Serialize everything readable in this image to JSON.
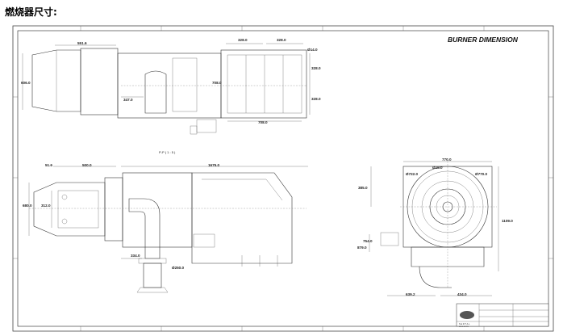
{
  "heading": "燃烧器尺寸:",
  "drawing_title": "BURNER DIMENSION",
  "section_label": "P-P ( 1 : 5 )",
  "top_view": {
    "dims": [
      "551.6",
      "606.0",
      "347.0",
      "328.0",
      "328.0",
      "Ø14.0",
      "328.0",
      "708.0",
      "328.0",
      "708.0"
    ]
  },
  "side_view": {
    "dims": [
      "51.6",
      "500.0",
      "1675.0",
      "680.0",
      "312.0",
      "334.0",
      "Ø250.0"
    ]
  },
  "end_view": {
    "dims": [
      "770.0",
      "Ø18.0",
      "Ø722.0",
      "Ø770.0",
      "385.0",
      "1109.0",
      "754.0",
      "879.0",
      "639.2",
      "434.0"
    ]
  },
  "title_block": {
    "company": "S E R T A L",
    "sub": "BRULEURS"
  }
}
